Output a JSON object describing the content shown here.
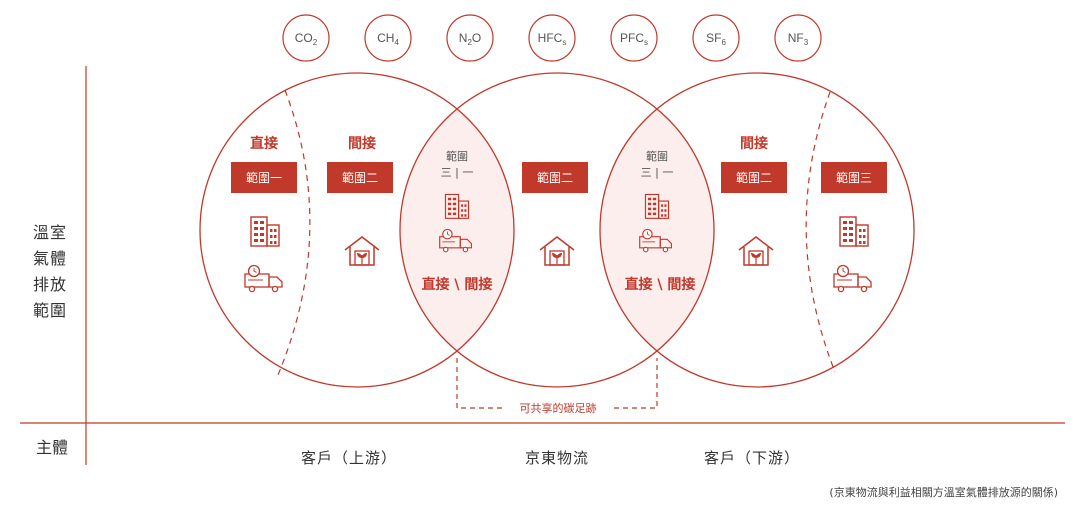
{
  "gases": [
    {
      "base": "CO",
      "sub": "2"
    },
    {
      "base": "CH",
      "sub": "4"
    },
    {
      "base": "N",
      "sub": "2",
      "tail": "O"
    },
    {
      "base": "HFC",
      "sub": "s"
    },
    {
      "base": "PFC",
      "sub": "s"
    },
    {
      "base": "SF",
      "sub": "6"
    },
    {
      "base": "NF",
      "sub": "3"
    }
  ],
  "side_label_lines": [
    "溫室",
    "氣體",
    "排放",
    "範圍"
  ],
  "subject_label": "主體",
  "entities": {
    "upstream": "客戶（上游）",
    "center": "京東物流",
    "downstream": "客戶（下游）"
  },
  "left_circle": {
    "direct_title": "直接",
    "direct_box": "範圍一",
    "indirect_title": "間接",
    "indirect_box": "範圍二"
  },
  "overlap_left": {
    "scope_line1": "範圍",
    "scope_line2": "三 | 一",
    "relation": "直接 \\ 間接"
  },
  "center_circle": {
    "box": "範圍二"
  },
  "overlap_right": {
    "scope_line1": "範圍",
    "scope_line2": "三 | 一",
    "relation": "直接 \\ 間接"
  },
  "right_circle": {
    "indirect_title": "間接",
    "indirect_box": "範圍二",
    "scope3_box": "範圍三"
  },
  "shared_footprint": "可共享的碳足跡",
  "caption": "(京東物流與利益相關方溫室氣體排放源的關係)",
  "colors": {
    "accent": "#c0392b",
    "overlap_fill": "#fbeeec",
    "axis": "#c0392b",
    "gas_circle": "#c0392b"
  },
  "icons": [
    "building-icon",
    "delivery-truck-icon",
    "house-plant-icon"
  ]
}
